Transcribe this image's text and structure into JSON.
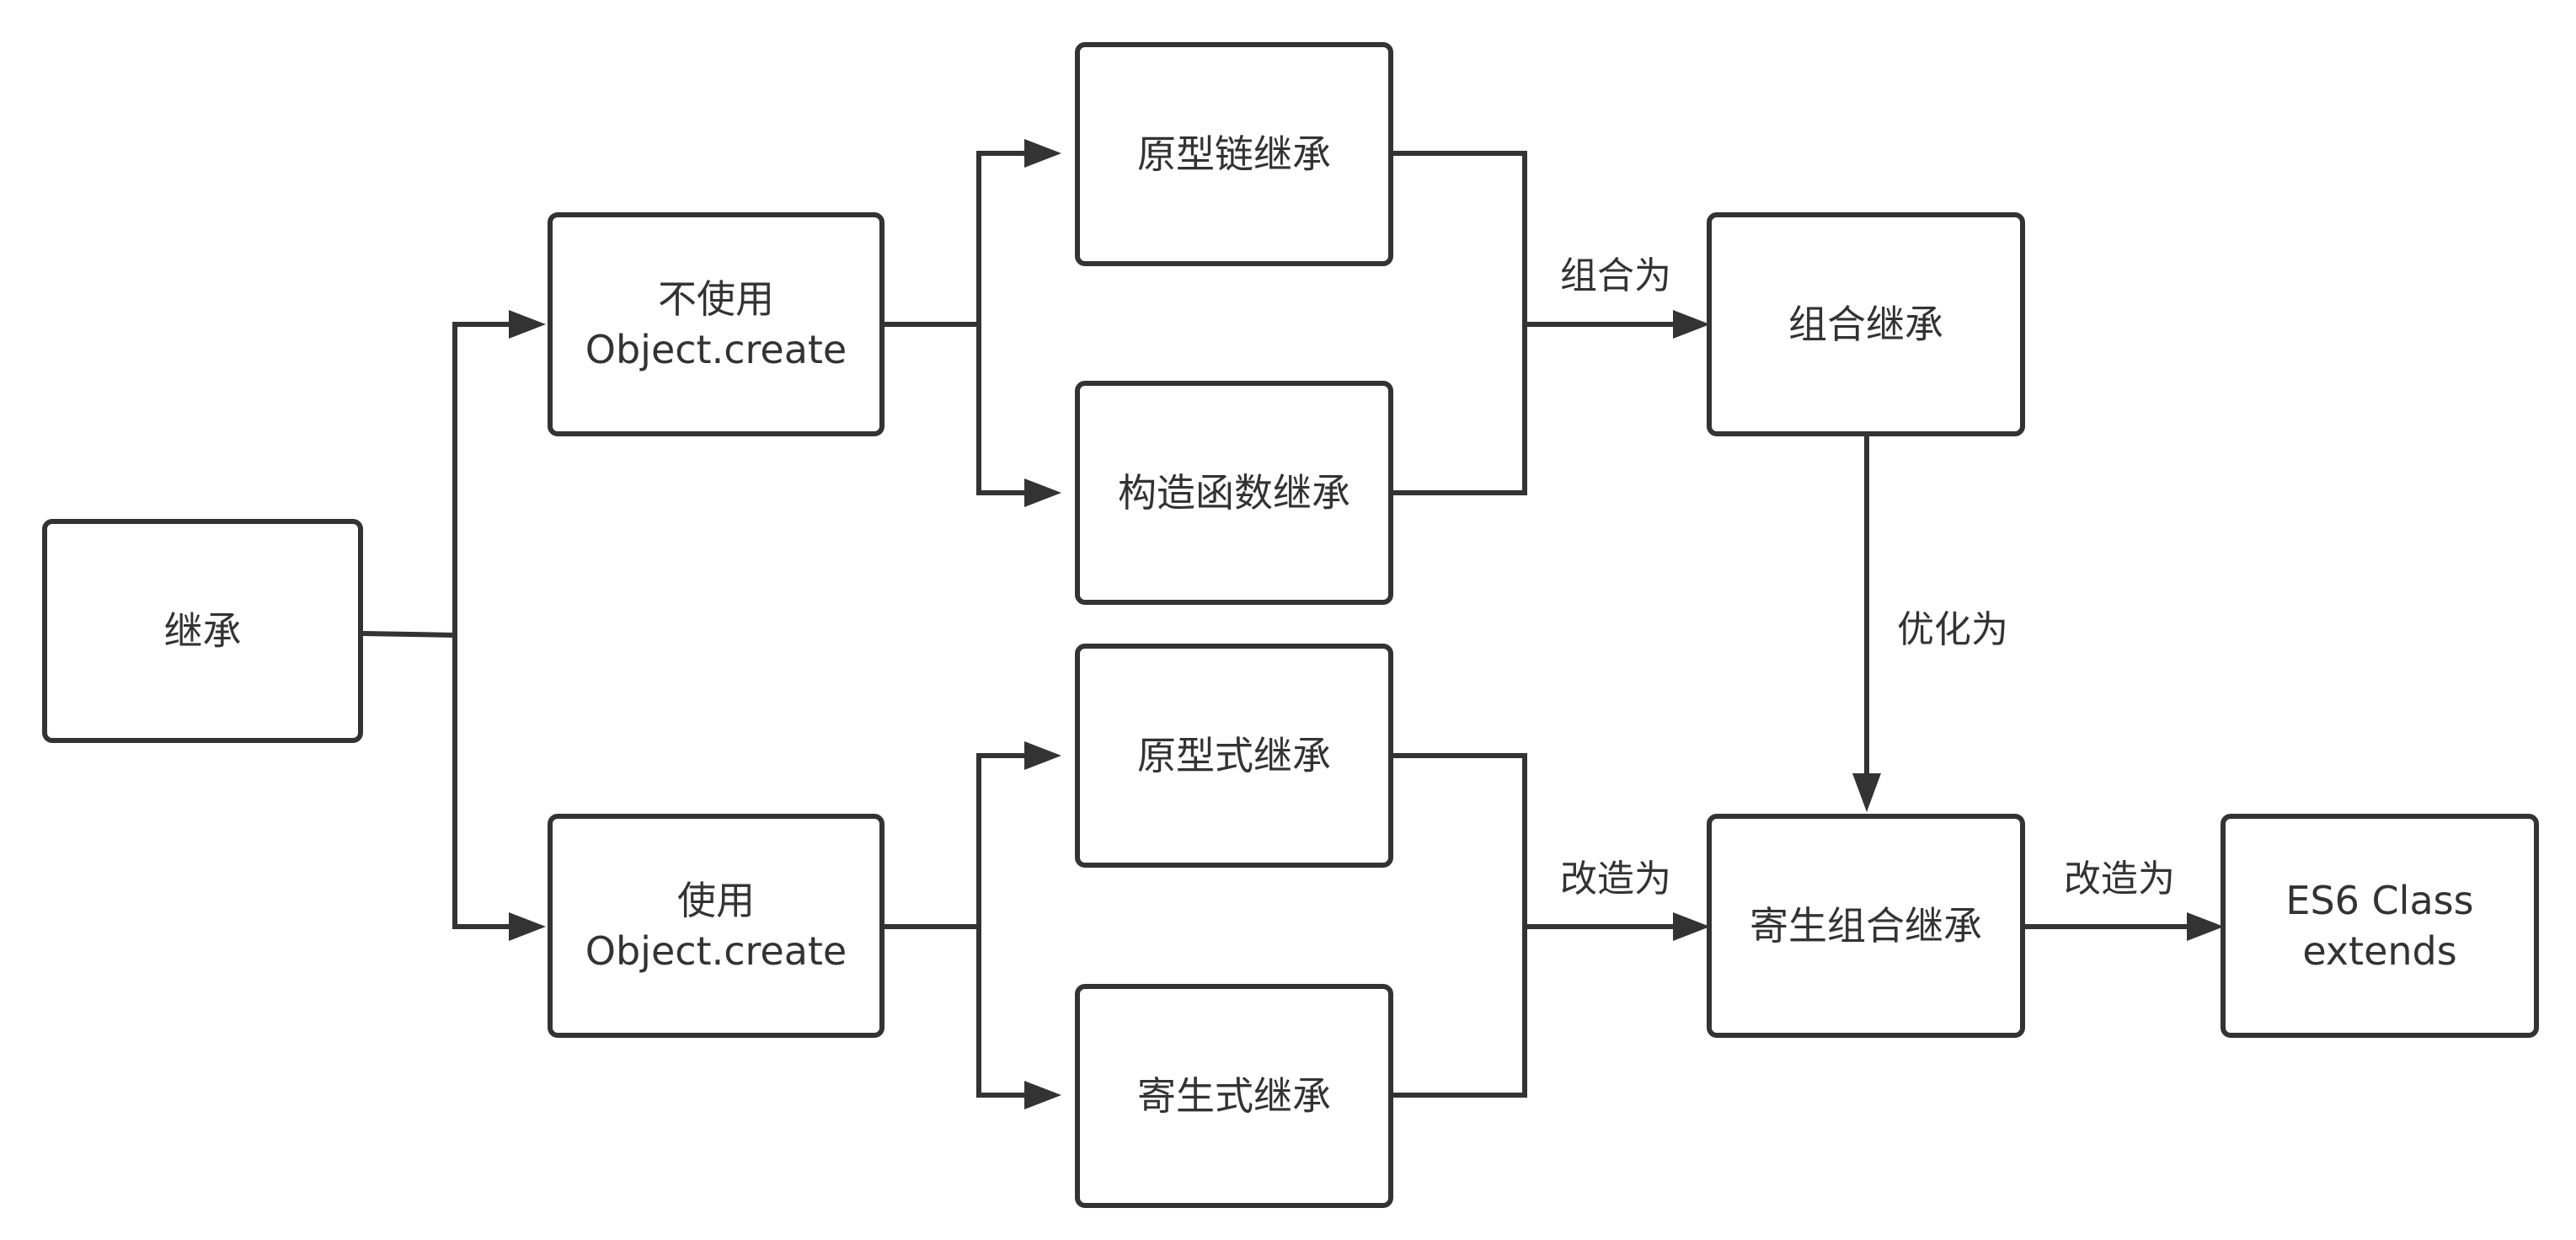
{
  "nodes": {
    "root": {
      "label": "继承"
    },
    "no_create": {
      "line1": "不使用",
      "line2": "Object.create"
    },
    "use_create": {
      "line1": "使用",
      "line2": "Object.create"
    },
    "prototype_chain": {
      "label": "原型链继承"
    },
    "constructor": {
      "label": "构造函数继承"
    },
    "prototypal": {
      "label": "原型式继承"
    },
    "parasitic": {
      "label": "寄生式继承"
    },
    "combination": {
      "label": "组合继承"
    },
    "parasitic_combination": {
      "label": "寄生组合继承"
    },
    "es6_class": {
      "line1": "ES6 Class",
      "line2": "extends"
    }
  },
  "edge_labels": {
    "combine": "组合为",
    "optimize": "优化为",
    "transform_1": "改造为",
    "transform_2": "改造为"
  }
}
